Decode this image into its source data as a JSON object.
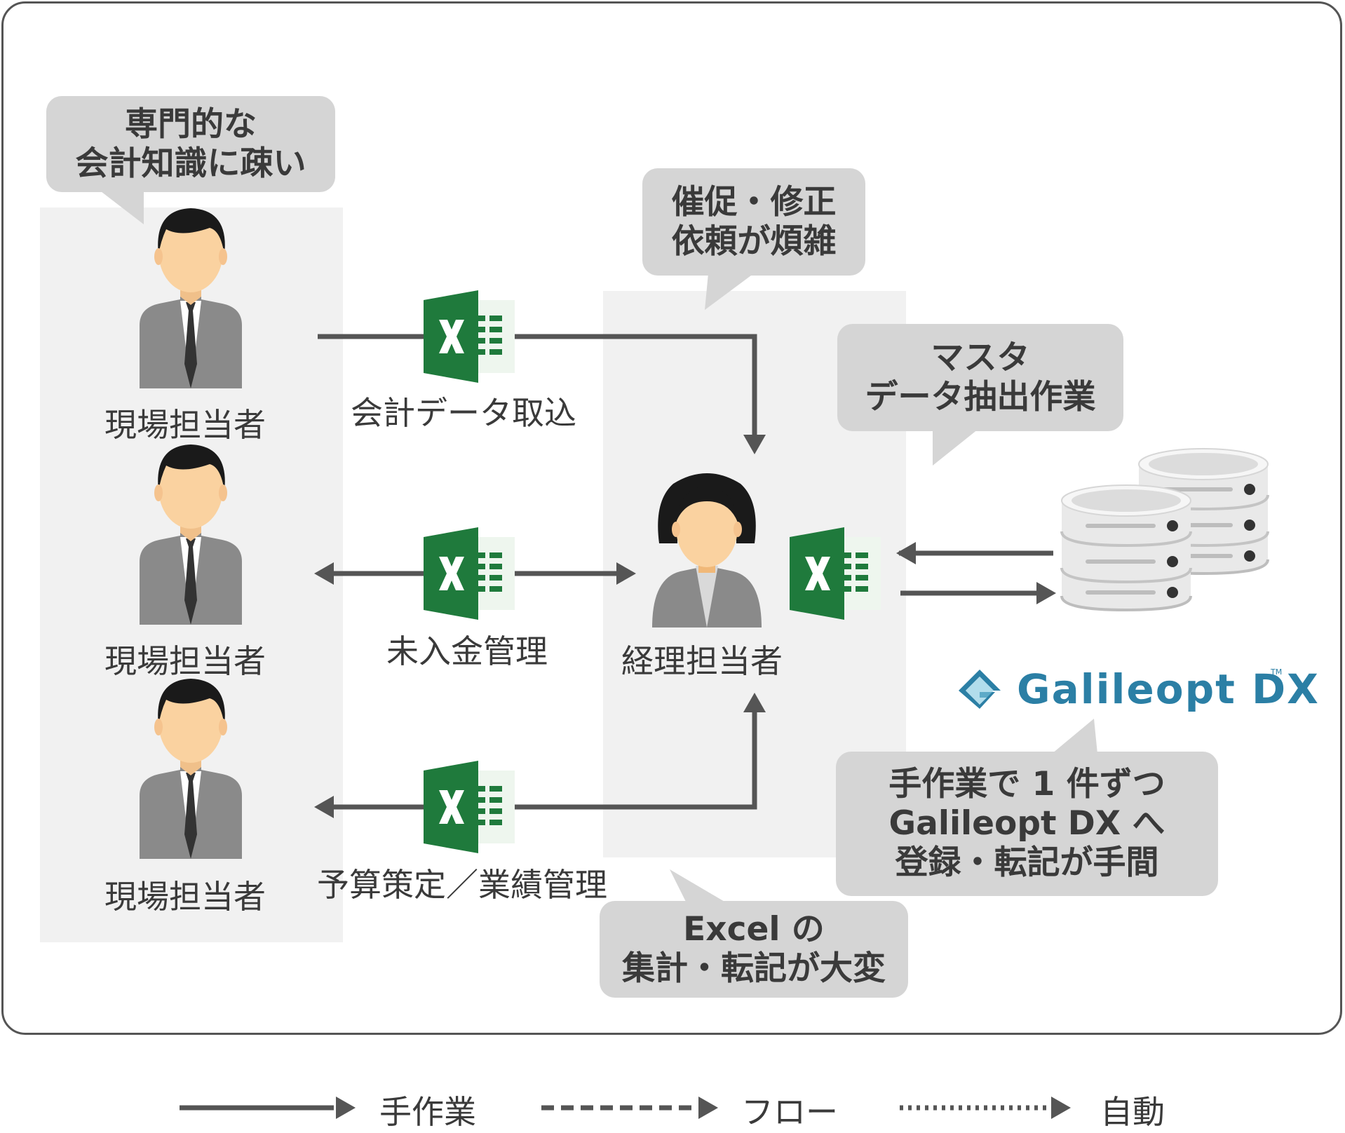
{
  "bubbles": {
    "field_staff_note": "専門的な\n会計知識に疎い",
    "request_note": "催促・修正\n依頼が煩雑",
    "master_note": "マスタ\nデータ抽出作業",
    "galileopt_note": "手作業で 1 件ずつ\nGalileopt DX へ\n登録・転記が手間",
    "excel_note": "Excel の\n集計・転記が大変"
  },
  "actors": {
    "field_staff_1": "現場担当者",
    "field_staff_2": "現場担当者",
    "field_staff_3": "現場担当者",
    "accounting_staff": "経理担当者"
  },
  "flows": {
    "import": "会計データ取込",
    "unpaid": "未入金管理",
    "budget": "予算策定／業績管理"
  },
  "brand": {
    "name": "Galileopt DX",
    "tm": "TM",
    "color": "#2b7fa5"
  },
  "legend": {
    "manual": "手作業",
    "flow": "フロー",
    "auto": "自動"
  },
  "icons": [
    "person-icon",
    "excel-icon",
    "database-icon",
    "galileopt-logo-icon"
  ],
  "colors": {
    "excel_green": "#1f7a3c",
    "arrow": "#555555",
    "bubble": "#d5d5d5",
    "panel": "#f1f1f1"
  }
}
